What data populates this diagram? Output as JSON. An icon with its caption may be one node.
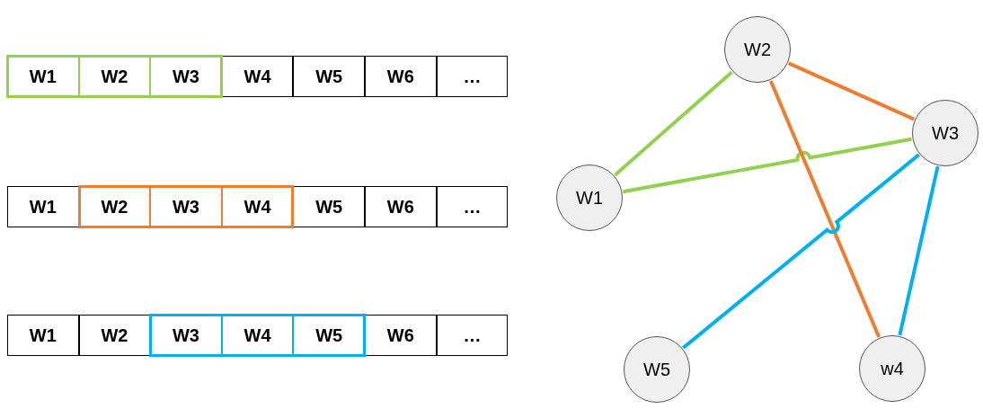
{
  "diagram": {
    "nodes": [
      {
        "text": [],
        "shape": "box"
      },
      {
        "text": [
          "W1"
        ],
        "in": 0
      },
      {
        "text": [
          "W2"
        ],
        "in": 0
      },
      {
        "text": [
          "W3"
        ],
        "in": 0
      },
      {
        "text": [
          "W4"
        ]
      },
      {
        "text": [
          "W5"
        ]
      },
      {
        "text": [
          "W6"
        ]
      },
      {
        "text": [
          "…"
        ]
      },
      {
        "text": [
          "W1"
        ]
      },
      {
        "text": [],
        "shape": "box"
      },
      {
        "text": [
          "W2"
        ],
        "in": 9
      },
      {
        "text": [
          "W3"
        ],
        "in": 9
      },
      {
        "text": [
          "W4"
        ],
        "in": 9
      },
      {
        "text": [
          "W5"
        ]
      },
      {
        "text": [
          "W6"
        ]
      },
      {
        "text": [
          "…"
        ]
      },
      {
        "text": [
          "W1"
        ]
      },
      {
        "text": [
          "W2"
        ]
      },
      {
        "text": [],
        "shape": "box"
      },
      {
        "text": [
          "W3"
        ],
        "in": 18
      },
      {
        "text": [
          "W4"
        ],
        "in": 18
      },
      {
        "text": [
          "W5"
        ],
        "in": 18
      },
      {
        "text": [
          "W6"
        ]
      },
      {
        "text": [
          "…"
        ]
      },
      {
        "text": [
          "W2"
        ]
      },
      {
        "text": [
          "W3"
        ]
      },
      {
        "text": [
          "W1"
        ]
      },
      {
        "text": [
          "W5"
        ]
      },
      {
        "text": [
          "w4"
        ]
      }
    ],
    "edges": [
      {
        "from": 24,
        "to": 26,
        "arrow": "none",
        "color": "#92d050"
      },
      {
        "from": 24,
        "to": 25,
        "arrow": "none",
        "color": "#ed7d31"
      },
      {
        "from": 26,
        "to": 25,
        "arrow": "none",
        "color": "#92d050"
      },
      {
        "from": 24,
        "to": 28,
        "arrow": "none",
        "color": "#ed7d31"
      },
      {
        "from": 25,
        "to": 27,
        "arrow": "none",
        "color": "#00b0f0"
      },
      {
        "from": 25,
        "to": 28,
        "arrow": "none",
        "color": "#00b0f0"
      }
    ]
  }
}
